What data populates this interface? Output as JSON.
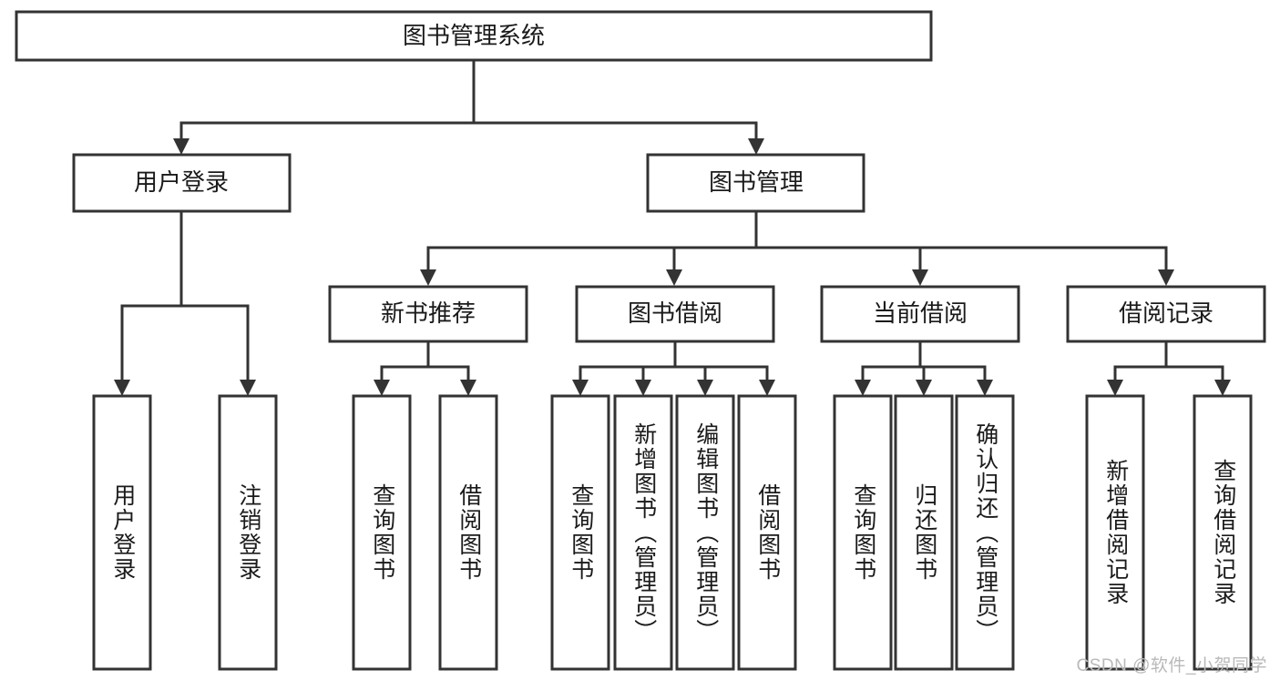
{
  "diagram": {
    "type": "tree",
    "orientation": "top-down",
    "title": "图书管理系统",
    "colors": {
      "background": "#ffffff",
      "box_fill": "#ffffff",
      "box_stroke": "#333333",
      "text": "#1a1a1a",
      "watermark": "#b9b9b9"
    },
    "root": {
      "label": "图书管理系统"
    },
    "level2": [
      {
        "label": "用户登录"
      },
      {
        "label": "图书管理"
      }
    ],
    "level3": [
      {
        "label": "新书推荐"
      },
      {
        "label": "图书借阅"
      },
      {
        "label": "当前借阅"
      },
      {
        "label": "借阅记录"
      }
    ],
    "leaves": {
      "user_login": [
        {
          "label": "用户登录"
        },
        {
          "label": "注销登录"
        }
      ],
      "new_book_recommend": [
        {
          "label": "查询图书"
        },
        {
          "label": "借阅图书"
        }
      ],
      "book_borrow": [
        {
          "label": "查询图书"
        },
        {
          "label": "新增图书（管理员）"
        },
        {
          "label": "编辑图书（管理员）"
        },
        {
          "label": "借阅图书"
        }
      ],
      "current_borrow": [
        {
          "label": "查询图书"
        },
        {
          "label": "归还图书"
        },
        {
          "label": "确认归还（管理员）"
        }
      ],
      "borrow_record": [
        {
          "label": "新增借阅记录"
        },
        {
          "label": "查询借阅记录"
        }
      ]
    }
  },
  "watermark": {
    "text": "CSDN @软件_小贺同学"
  }
}
